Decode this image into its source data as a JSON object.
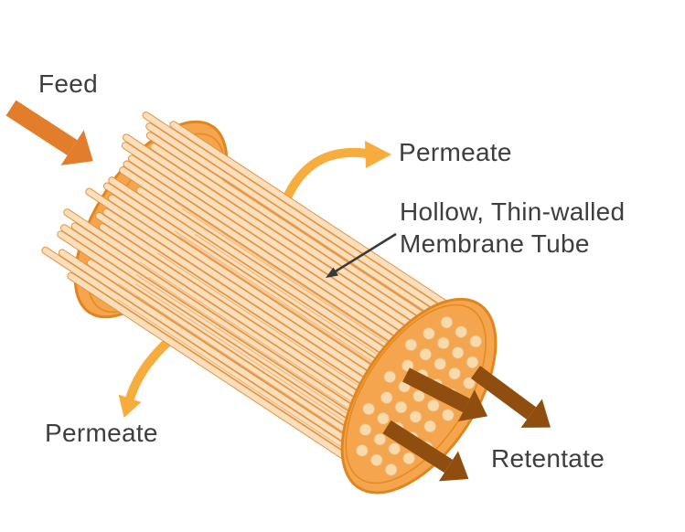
{
  "diagram": {
    "labels": {
      "feed": "Feed",
      "permeate_top": "Permeate",
      "permeate_bottom": "Permeate",
      "retentate": "Retentate",
      "membrane_tube_line1": "Hollow, Thin-walled",
      "membrane_tube_line2": "Membrane Tube"
    },
    "arrows": {
      "feed": "solid arrow pointing down-right into module",
      "permeate_top": "curved arrow up-right out of tube side",
      "permeate_bottom": "curved arrow down-left out of tube side",
      "retentate": "three solid arrows pointing down-right out of tube ends",
      "pointer": "thin arrow from label to membrane tubes"
    },
    "colors": {
      "background": "#FFFFFF",
      "text": "#3E3E3E",
      "cap_fill": "#F5A54D",
      "cap_stroke": "#E0861F",
      "tube_fill": "#FADFBF",
      "tube_stroke": "#E6933C",
      "dot_fill": "#F9DAAA",
      "dot_stroke": "#E9B377",
      "feed_arrow": "#E27E2B",
      "permeate_arrow": "#F7AC3E",
      "retentate_arrow": "#8F4E10",
      "pointer": "#3A3A3A"
    }
  }
}
